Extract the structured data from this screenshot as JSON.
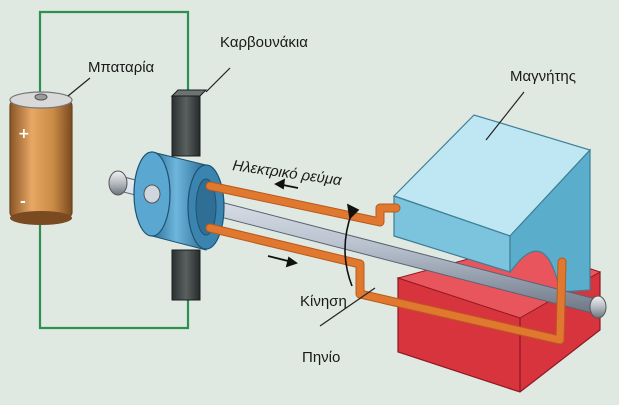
{
  "labels": {
    "battery": "Μπαταρία",
    "brushes": "Καρβουνάκια",
    "magnet": "Μαγνήτης",
    "current": "Ηλεκτρικό ρεύμα",
    "motion": "Κίνηση",
    "coil": "Πηνίο"
  },
  "battery_symbols": {
    "plus": "+",
    "minus": "-"
  },
  "colors": {
    "background": "#dfe9e2",
    "battery": "#c98a46",
    "wire": "#2f8f4e",
    "coil": "#e07830",
    "magnet_top": "#8fd0e6",
    "magnet_bottom": "#d8343e",
    "commutator": "#4b9bc6",
    "shaft": "#b9c2cf"
  }
}
